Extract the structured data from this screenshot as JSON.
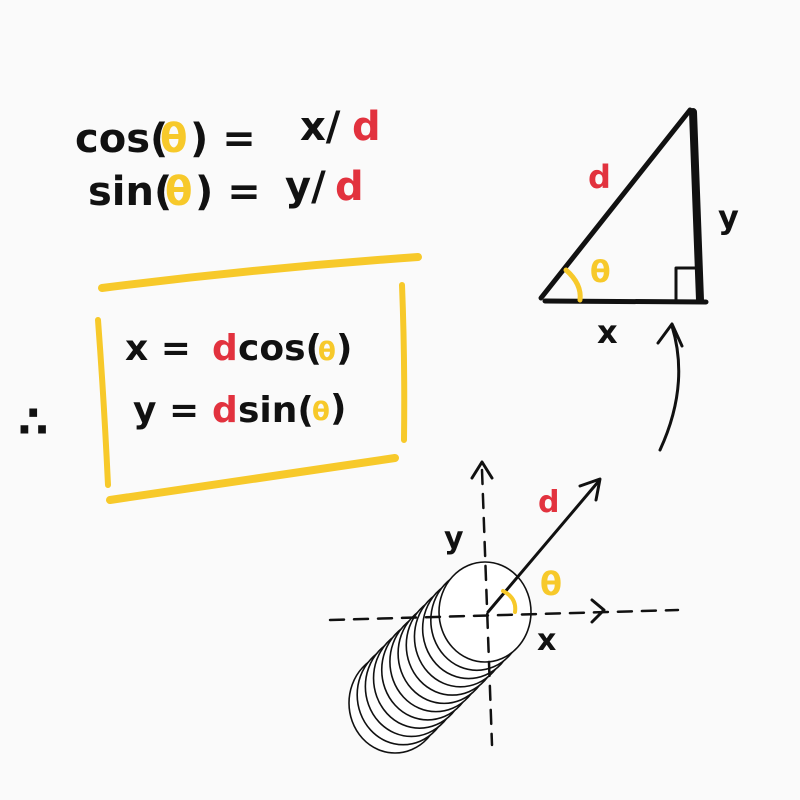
{
  "formulas": {
    "cos_lhs": "cos(",
    "sin_lhs": "sin(",
    "theta": "θ",
    "close_eq": ") =",
    "cos_rhs_x": "x/",
    "sin_rhs_y": "y/",
    "d": "d"
  },
  "result_box": {
    "therefore": "∴",
    "x_eq": "x =",
    "y_eq": "y =",
    "d": "d",
    "cos": "cos(",
    "sin": "sin(",
    "theta": "θ",
    "close": ")"
  },
  "triangle": {
    "hyp_label": "d",
    "opp_label": "y",
    "adj_label": "x",
    "angle_label": "θ"
  },
  "axes": {
    "x_label": "x",
    "y_label": "y",
    "vector_label": "d",
    "angle_label": "θ"
  },
  "colors": {
    "ink": "#111111",
    "highlight_red": "#e2323e",
    "highlight_yellow": "#f7c92a",
    "background": "#fafafa"
  }
}
